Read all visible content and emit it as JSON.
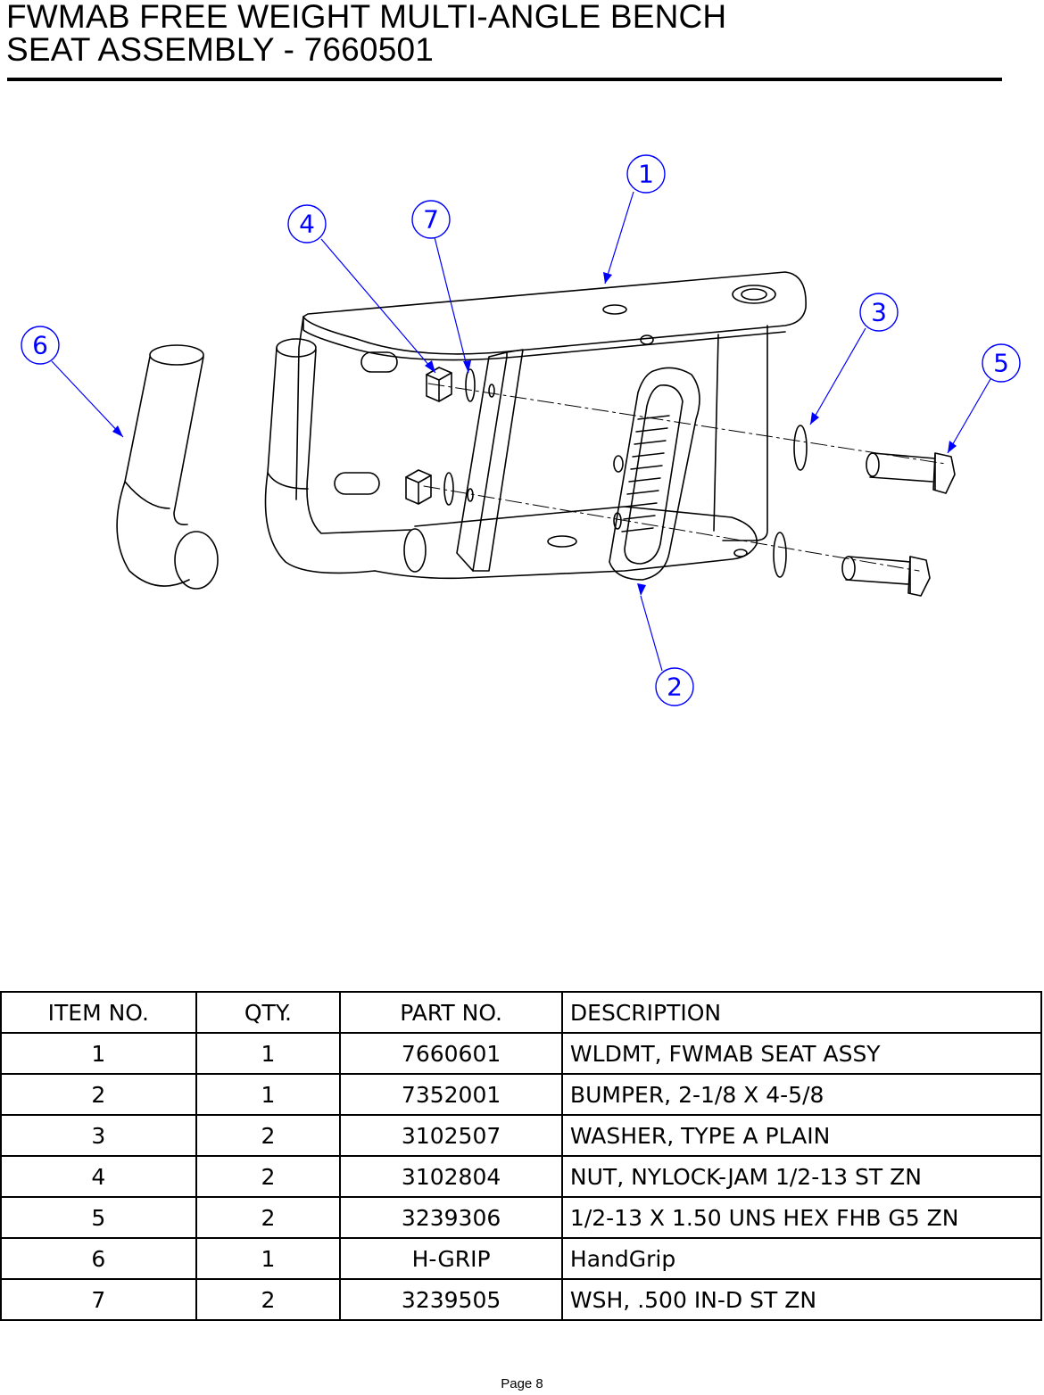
{
  "document": {
    "title_line1": "FWMAB FREE WEIGHT MULTI-ANGLE BENCH",
    "title_line2": "SEAT ASSEMBLY - 7660501",
    "page_label": "Page 8"
  },
  "diagram": {
    "callouts": [
      "1",
      "2",
      "3",
      "4",
      "5",
      "6",
      "7"
    ],
    "leader_color": "#0000ff",
    "line_color": "#000000"
  },
  "bom": {
    "headers": {
      "item": "ITEM NO.",
      "qty": "QTY.",
      "part": "PART NO.",
      "desc": "DESCRIPTION"
    },
    "rows": [
      {
        "item": "1",
        "qty": "1",
        "part": "7660601",
        "desc": "WLDMT, FWMAB SEAT ASSY"
      },
      {
        "item": "2",
        "qty": "1",
        "part": "7352001",
        "desc": "BUMPER, 2-1/8 X 4-5/8"
      },
      {
        "item": "3",
        "qty": "2",
        "part": "3102507",
        "desc": "WASHER, TYPE A PLAIN"
      },
      {
        "item": "4",
        "qty": "2",
        "part": "3102804",
        "desc": "NUT, NYLOCK-JAM 1/2-13 ST ZN"
      },
      {
        "item": "5",
        "qty": "2",
        "part": "3239306",
        "desc": "1/2-13 X 1.50 UNS HEX FHB G5 ZN"
      },
      {
        "item": "6",
        "qty": "1",
        "part": "H-GRIP",
        "desc": "HandGrip"
      },
      {
        "item": "7",
        "qty": "2",
        "part": "3239505",
        "desc": "WSH,  .500 IN-D ST ZN"
      }
    ]
  }
}
